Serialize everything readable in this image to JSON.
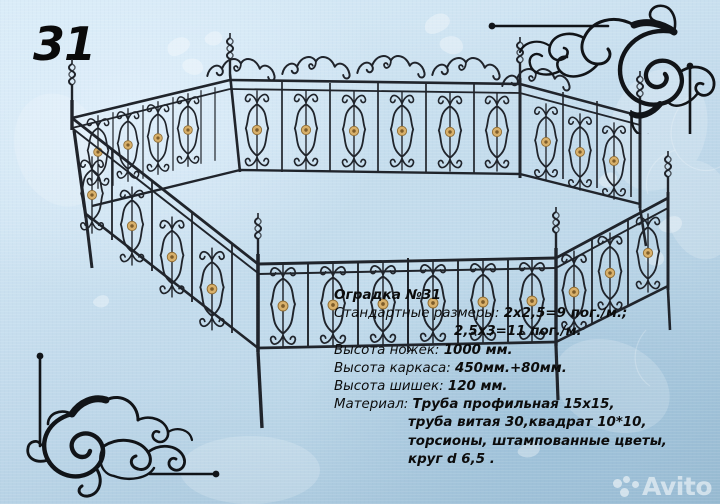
{
  "page": {
    "catalog_number": "31",
    "background_color": "#c3dcec",
    "ink_color": "#0c0c0c"
  },
  "product": {
    "title": "Оградка №31",
    "rows": [
      {
        "label": "Стандартные размеры:",
        "value": "2х2,5=9 пог./м.;",
        "indent": 0
      },
      {
        "label": "",
        "value": "2,5х3=11 пог./м.",
        "indent": 1
      },
      {
        "label": "Высота ножек:",
        "value": "1000 мм.",
        "indent": 0
      },
      {
        "label": "Высота каркаса:",
        "value": "450мм.+80мм.",
        "indent": 0
      },
      {
        "label": "Высота шишек:",
        "value": "120 мм.",
        "indent": 0
      },
      {
        "label": "Материал:",
        "value": "Труба профильная 15х15,",
        "indent": 0
      },
      {
        "label": "",
        "value": "труба витая 30,квадрат 10*10,",
        "indent": 2
      },
      {
        "label": "",
        "value": "торсионы, штампованные цветы,",
        "indent": 2
      },
      {
        "label": "",
        "value": "круг d 6,5 .",
        "indent": 2
      }
    ]
  },
  "illustration": {
    "subject": "wrought-iron-grave-fence",
    "iron_color": "#20242b",
    "flower_color": "#d8b06a",
    "panel_count_front": 6,
    "panel_count_side": 5,
    "has_finials": true,
    "finial_label": "шишка"
  },
  "ornaments": {
    "top_right": "filigree-scroll-corner",
    "bottom_left": "filigree-scroll-corner",
    "color": "#111418"
  },
  "watermark": {
    "brand": "Avito",
    "color": "#ffffff"
  }
}
